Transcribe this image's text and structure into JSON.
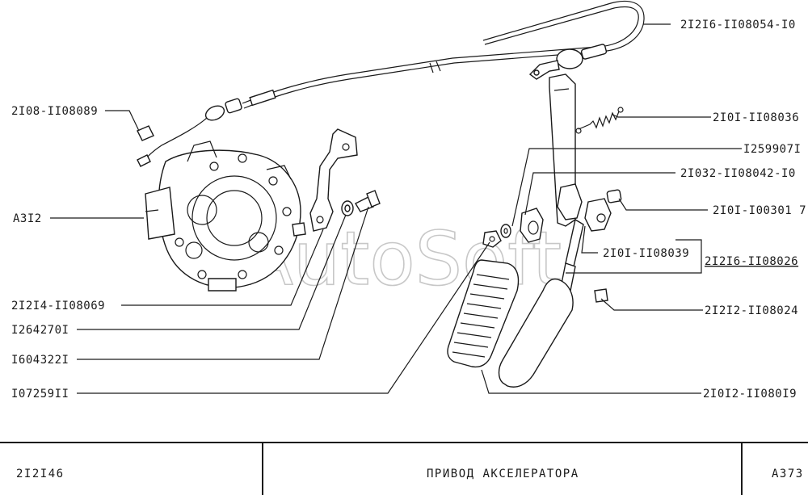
{
  "labels": {
    "cable_full": "2I2I6-II08054-I0",
    "cable_end": "2I08-II08089",
    "spring": "2I0I-II08036",
    "part_1259907": "I259907I",
    "bracket_2": "2I032-II08042-I0",
    "carburetor": "A3I2",
    "bushing": "2I0I-I00301 7",
    "pedal_bracket": "2I0I-II08039",
    "pedal_assembly": "2I2I6-II08026",
    "pad": "2I2I2-II08024",
    "bracket": "2I2I4-II08069",
    "washer": "I264270I",
    "bolt": "I604322I",
    "nut": "I07259II",
    "pedal": "2I0I2-II080I9"
  },
  "footer": {
    "model": "2I2I46",
    "title": "ПРИВОД  АКСЕЛЕРАТОРА",
    "code": "A373"
  },
  "watermark": "AutoSoft"
}
